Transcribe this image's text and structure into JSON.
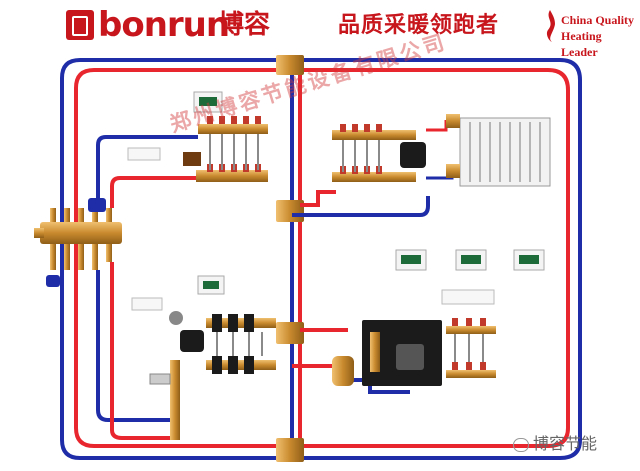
{
  "header": {
    "brand_wordmark": "bonrun",
    "brand_cn": "博容",
    "slogan": "品质采暖领跑者",
    "leader_line1": "China Quality",
    "leader_line2": "Heating Leader",
    "brand_color": "#c8161d"
  },
  "watermark": "郑州博容节能设备有限公司",
  "wechat_label": "博容节能",
  "colors": {
    "supply_pipe": "#e8262e",
    "return_pipe": "#1f2ea8",
    "fitting_brass": "#c98a2e",
    "valve_red": "#c0392b",
    "pump_black": "#1b1b1b",
    "radiator_white": "#f2f2f2"
  },
  "icons": [
    "thermostat-icon",
    "pump-icon",
    "valve-icon",
    "radiator-icon",
    "manifold-icon",
    "wechat-icon"
  ]
}
